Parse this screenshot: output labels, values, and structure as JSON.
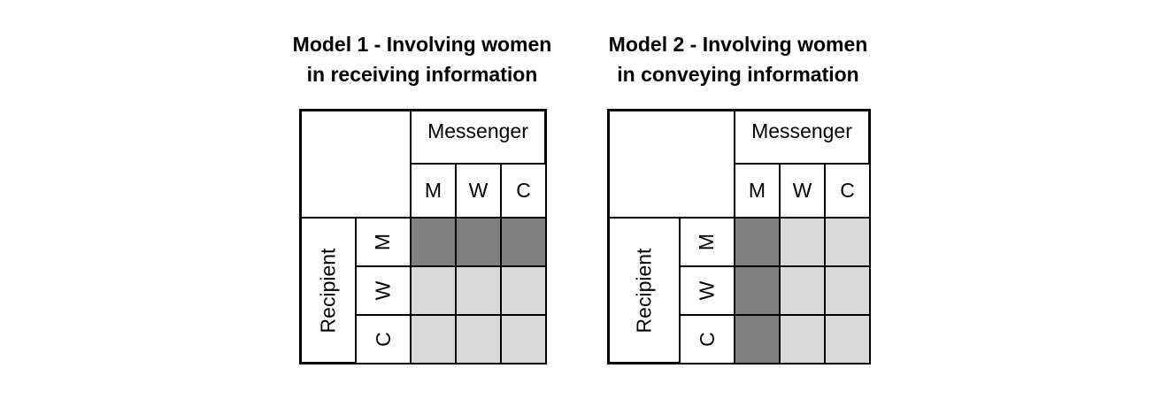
{
  "models": [
    {
      "title_line1": "Model 1 - Involving women",
      "title_line2": "in receiving information",
      "messenger_label": "Messenger",
      "recipient_label": "Recipient",
      "columns": [
        "M",
        "W",
        "C"
      ],
      "rows": [
        "M",
        "W",
        "C"
      ],
      "highlight": "row-M",
      "cells": [
        [
          "dark",
          "dark",
          "dark"
        ],
        [
          "light",
          "light",
          "light"
        ],
        [
          "light",
          "light",
          "light"
        ]
      ]
    },
    {
      "title_line1": "Model 2 - Involving women",
      "title_line2": "in conveying information",
      "messenger_label": "Messenger",
      "recipient_label": "Recipient",
      "columns": [
        "M",
        "W",
        "C"
      ],
      "rows": [
        "M",
        "W",
        "C"
      ],
      "highlight": "column-M",
      "cells": [
        [
          "dark",
          "light",
          "light"
        ],
        [
          "dark",
          "light",
          "light"
        ],
        [
          "dark",
          "light",
          "light"
        ]
      ]
    }
  ],
  "colors": {
    "dark": "#808080",
    "light": "#d9d9d9",
    "border": "#000000"
  }
}
